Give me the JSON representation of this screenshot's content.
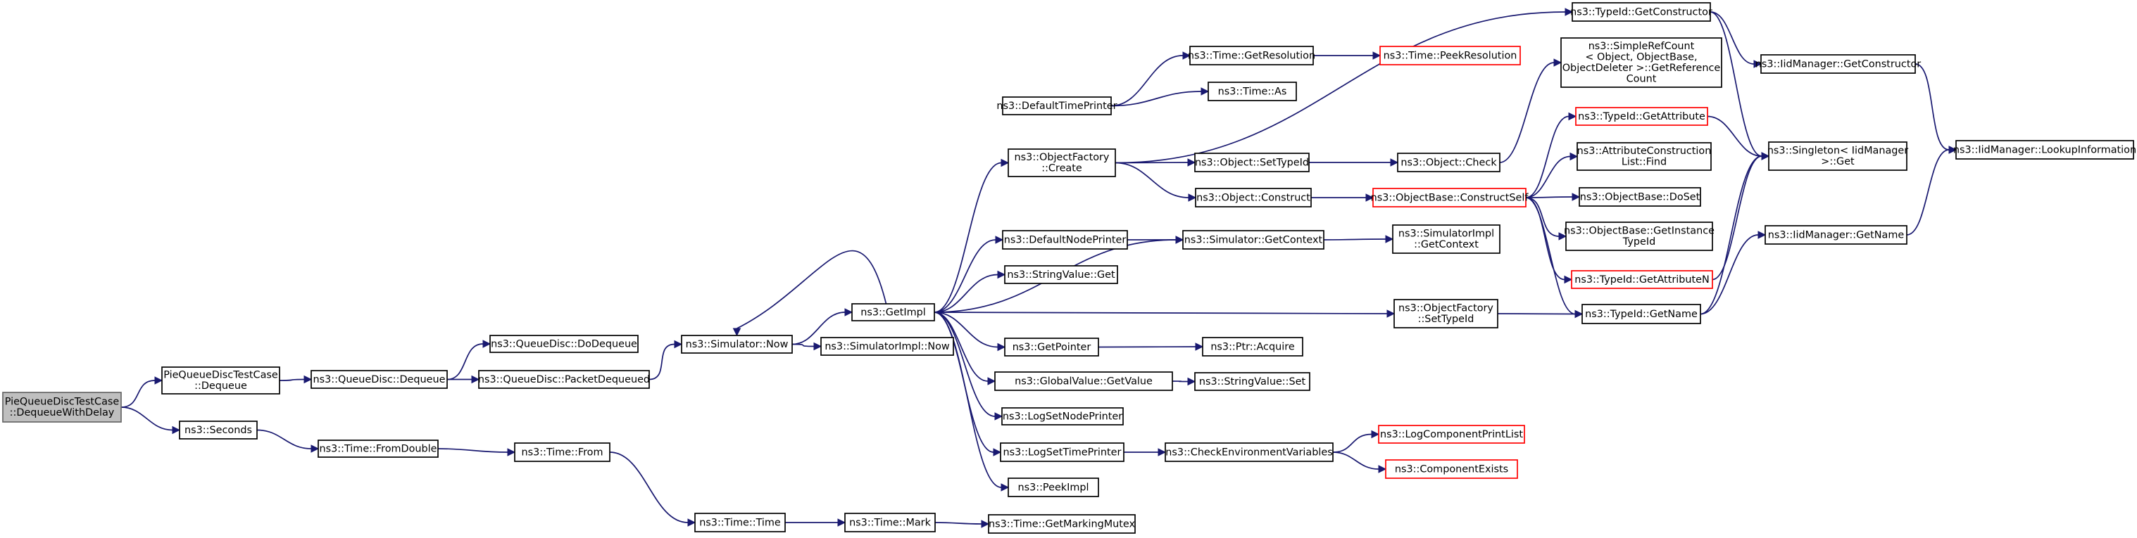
{
  "diagram": {
    "type": "call-graph",
    "colors": {
      "edge": "#191970",
      "node_border": "#000000",
      "root_fill": "#bfbfbf",
      "root_border": "#666666",
      "truncated_border": "#ff0000"
    },
    "nodes": [
      {
        "id": "root",
        "lines": [
          "PieQueueDiscTestCase",
          "::DequeueWithDelay"
        ],
        "style": "root"
      },
      {
        "id": "pie_deq",
        "lines": [
          "PieQueueDiscTestCase",
          "::Dequeue"
        ]
      },
      {
        "id": "seconds",
        "lines": [
          "ns3::Seconds"
        ]
      },
      {
        "id": "qd_deq",
        "lines": [
          "ns3::QueueDisc::Dequeue"
        ]
      },
      {
        "id": "qd_dodeq",
        "lines": [
          "ns3::QueueDisc::DoDequeue"
        ]
      },
      {
        "id": "qd_pktdeq",
        "lines": [
          "ns3::QueueDisc::PacketDequeued"
        ]
      },
      {
        "id": "sim_now",
        "lines": [
          "ns3::Simulator::Now"
        ]
      },
      {
        "id": "getimpl",
        "lines": [
          "ns3::GetImpl"
        ]
      },
      {
        "id": "simimpl_now",
        "lines": [
          "ns3::SimulatorImpl::Now"
        ]
      },
      {
        "id": "fromdouble",
        "lines": [
          "ns3::Time::FromDouble"
        ]
      },
      {
        "id": "from",
        "lines": [
          "ns3::Time::From"
        ]
      },
      {
        "id": "time",
        "lines": [
          "ns3::Time::Time"
        ]
      },
      {
        "id": "mark",
        "lines": [
          "ns3::Time::Mark"
        ]
      },
      {
        "id": "getmutex",
        "lines": [
          "ns3::Time::GetMarkingMutex"
        ]
      },
      {
        "id": "deftime",
        "lines": [
          "ns3::DefaultTimePrinter"
        ]
      },
      {
        "id": "objfac_create",
        "lines": [
          "ns3::ObjectFactory",
          "::Create"
        ]
      },
      {
        "id": "defnode",
        "lines": [
          "ns3::DefaultNodePrinter"
        ]
      },
      {
        "id": "strval_get",
        "lines": [
          "ns3::StringValue::Get"
        ]
      },
      {
        "id": "getpointer",
        "lines": [
          "ns3::GetPointer"
        ]
      },
      {
        "id": "gv_getvalue",
        "lines": [
          "ns3::GlobalValue::GetValue"
        ]
      },
      {
        "id": "logsetnode",
        "lines": [
          "ns3::LogSetNodePrinter"
        ]
      },
      {
        "id": "logsettime",
        "lines": [
          "ns3::LogSetTimePrinter"
        ]
      },
      {
        "id": "peekimpl",
        "lines": [
          "ns3::PeekImpl"
        ]
      },
      {
        "id": "getres",
        "lines": [
          "ns3::Time::GetResolution"
        ]
      },
      {
        "id": "time_as",
        "lines": [
          "ns3::Time::As"
        ]
      },
      {
        "id": "peekres",
        "lines": [
          "ns3::Time::PeekResolution"
        ],
        "style": "truncated"
      },
      {
        "id": "obj_settypeid",
        "lines": [
          "ns3::Object::SetTypeId"
        ]
      },
      {
        "id": "obj_construct",
        "lines": [
          "ns3::Object::Construct"
        ]
      },
      {
        "id": "sim_getctx",
        "lines": [
          "ns3::Simulator::GetContext"
        ]
      },
      {
        "id": "ptr_acquire",
        "lines": [
          "ns3::Ptr::Acquire"
        ]
      },
      {
        "id": "strval_set",
        "lines": [
          "ns3::StringValue::Set"
        ]
      },
      {
        "id": "checkenv",
        "lines": [
          "ns3::CheckEnvironmentVariables"
        ]
      },
      {
        "id": "obj_check",
        "lines": [
          "ns3::Object::Check"
        ]
      },
      {
        "id": "objbase_cs",
        "lines": [
          "ns3::ObjectBase::ConstructSelf"
        ],
        "style": "truncated"
      },
      {
        "id": "simimpl_ctx",
        "lines": [
          "ns3::SimulatorImpl",
          "::GetContext"
        ]
      },
      {
        "id": "objfac_settid",
        "lines": [
          "ns3::ObjectFactory",
          "::SetTypeId"
        ]
      },
      {
        "id": "logcomp_print",
        "lines": [
          "ns3::LogComponentPrintList"
        ],
        "style": "truncated"
      },
      {
        "id": "compexists",
        "lines": [
          "ns3::ComponentExists"
        ],
        "style": "truncated"
      },
      {
        "id": "tid_getctor",
        "lines": [
          "ns3::TypeId::GetConstructor"
        ]
      },
      {
        "id": "srefcount",
        "lines": [
          "ns3::SimpleRefCount",
          "< Object, ObjectBase,",
          "ObjectDeleter >::GetReference",
          "Count"
        ]
      },
      {
        "id": "tid_getattr",
        "lines": [
          "ns3::TypeId::GetAttribute"
        ],
        "style": "truncated"
      },
      {
        "id": "attrcl_find",
        "lines": [
          "ns3::AttributeConstruction",
          "List::Find"
        ]
      },
      {
        "id": "objbase_dosset",
        "lines": [
          "ns3::ObjectBase::DoSet"
        ]
      },
      {
        "id": "objbase_getinst",
        "lines": [
          "ns3::ObjectBase::GetInstance",
          "TypeId"
        ]
      },
      {
        "id": "tid_getattrn",
        "lines": [
          "ns3::TypeId::GetAttributeN"
        ],
        "style": "truncated"
      },
      {
        "id": "tid_getname",
        "lines": [
          "ns3::TypeId::GetName"
        ]
      },
      {
        "id": "iid_getctor",
        "lines": [
          "ns3::IidManager::GetConstructor"
        ]
      },
      {
        "id": "singleton_get",
        "lines": [
          "ns3::Singleton< IidManager",
          ">::Get"
        ]
      },
      {
        "id": "iid_getname",
        "lines": [
          "ns3::IidManager::GetName"
        ]
      },
      {
        "id": "iid_lookup",
        "lines": [
          "ns3::IidManager::LookupInformation"
        ]
      }
    ],
    "edges": [
      [
        "root",
        "pie_deq"
      ],
      [
        "root",
        "seconds"
      ],
      [
        "pie_deq",
        "qd_deq"
      ],
      [
        "qd_deq",
        "qd_dodeq"
      ],
      [
        "qd_deq",
        "qd_pktdeq"
      ],
      [
        "qd_pktdeq",
        "sim_now"
      ],
      [
        "sim_now",
        "getimpl"
      ],
      [
        "sim_now",
        "simimpl_now"
      ],
      [
        "seconds",
        "fromdouble"
      ],
      [
        "fromdouble",
        "from"
      ],
      [
        "from",
        "time"
      ],
      [
        "time",
        "mark"
      ],
      [
        "mark",
        "getmutex"
      ],
      [
        "getimpl",
        "sim_now"
      ],
      [
        "getimpl",
        "objfac_create"
      ],
      [
        "getimpl",
        "defnode"
      ],
      [
        "getimpl",
        "strval_get"
      ],
      [
        "getimpl",
        "getpointer"
      ],
      [
        "getimpl",
        "gv_getvalue"
      ],
      [
        "getimpl",
        "logsetnode"
      ],
      [
        "getimpl",
        "logsettime"
      ],
      [
        "getimpl",
        "peekimpl"
      ],
      [
        "getimpl",
        "sim_getctx"
      ],
      [
        "getimpl",
        "objfac_settid"
      ],
      [
        "deftime",
        "getres"
      ],
      [
        "deftime",
        "time_as"
      ],
      [
        "getres",
        "peekres"
      ],
      [
        "objfac_create",
        "tid_getctor"
      ],
      [
        "objfac_create",
        "obj_settypeid"
      ],
      [
        "objfac_create",
        "obj_construct"
      ],
      [
        "obj_settypeid",
        "obj_check"
      ],
      [
        "obj_check",
        "srefcount"
      ],
      [
        "obj_construct",
        "objbase_cs"
      ],
      [
        "defnode",
        "sim_getctx"
      ],
      [
        "sim_getctx",
        "simimpl_ctx"
      ],
      [
        "getpointer",
        "ptr_acquire"
      ],
      [
        "gv_getvalue",
        "strval_set"
      ],
      [
        "logsettime",
        "checkenv"
      ],
      [
        "checkenv",
        "logcomp_print"
      ],
      [
        "checkenv",
        "compexists"
      ],
      [
        "objbase_cs",
        "tid_getattr"
      ],
      [
        "objbase_cs",
        "attrcl_find"
      ],
      [
        "objbase_cs",
        "objbase_dosset"
      ],
      [
        "objbase_cs",
        "objbase_getinst"
      ],
      [
        "objbase_cs",
        "tid_getattrn"
      ],
      [
        "objbase_cs",
        "tid_getname"
      ],
      [
        "objfac_settid",
        "tid_getname"
      ],
      [
        "tid_getctor",
        "iid_getctor"
      ],
      [
        "tid_getctor",
        "singleton_get"
      ],
      [
        "tid_getattr",
        "singleton_get"
      ],
      [
        "tid_getattrn",
        "singleton_get"
      ],
      [
        "tid_getname",
        "singleton_get"
      ],
      [
        "tid_getname",
        "iid_getname"
      ],
      [
        "iid_getctor",
        "iid_lookup"
      ],
      [
        "iid_getname",
        "iid_lookup"
      ]
    ]
  }
}
